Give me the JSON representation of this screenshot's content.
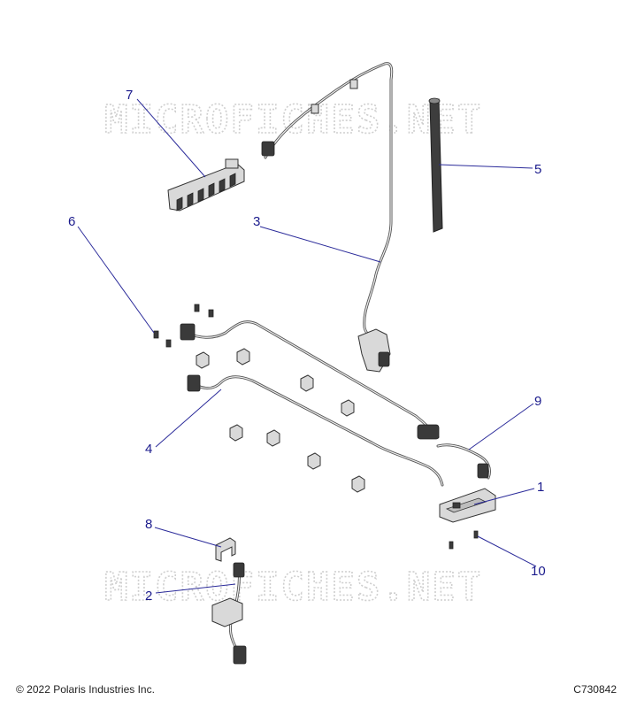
{
  "watermark": "MICROFICHES.NET",
  "callouts": [
    "1",
    "2",
    "3",
    "4",
    "5",
    "6",
    "7",
    "8",
    "9",
    "10"
  ],
  "footer": {
    "copyright": "© 2022 Polaris Industries Inc.",
    "drawing_code": "C730842"
  },
  "colors": {
    "callout": "#1a1a8c",
    "watermark": "#cfcfcf",
    "line": "#333333"
  }
}
